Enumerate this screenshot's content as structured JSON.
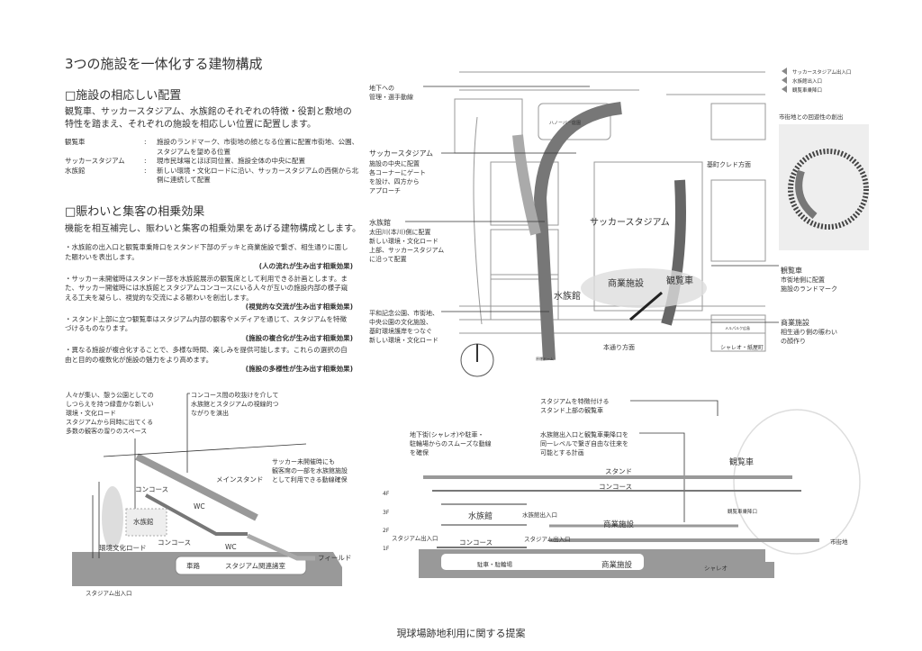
{
  "title": "3つの施設を一体化する建物構成",
  "section1": {
    "heading": "□施設の相応しい配置",
    "intro": "観覧車、サッカースタジアム、水族館のそれぞれの特徴・役割と敷地の特性を踏まえ、それぞれの施設を相応しい位置に配置します。",
    "items": [
      {
        "term": "観覧車",
        "sep": ":",
        "desc": "施設のランドマーク、市街地の顔となる位置に配置市街地、公園、スタジアムを望める位置"
      },
      {
        "term": "サッカースタジアム",
        "sep": ":",
        "desc": "現市民球場とほぼ同位置、施設全体の中央に配置"
      },
      {
        "term": "水族館",
        "sep": ":",
        "desc": "新しい環境・文化ロードに沿い、サッカースタジアムの西側から北側に連続して配置"
      }
    ]
  },
  "section2": {
    "heading": "□賑わいと集客の相乗効果",
    "intro": "機能を相互補完し、賑わいと集客の相乗効果をあげる建物構成とします。",
    "bullets": [
      {
        "text": "・水族館の出入口と観覧車乗降口をスタンド下部のデッキと商業施設で繋ぎ、相生通りに面した賑わいを表出します。",
        "tag": "(人の流れが生み出す相乗効果)"
      },
      {
        "text": "・サッカー未開催時はスタンド一部を水族館展示の観覧席として利用できる計画とします。また、サッカー開催時には水族館とスタジアムコンコースにいる人々が互いの施設内部の様子窺える工夫を凝らし、視覚的な交流による賑わいを創出します。",
        "tag": "(視覚的な交流が生み出す相乗効果)"
      },
      {
        "text": "・スタンド上部に立つ観覧車はスタジアム内部の観客やメディアを通じて、スタジアムを特徴づけるものなります。",
        "tag": "(施設の複合化が生み出す相乗効果)"
      },
      {
        "text": "・異なる施設が複合化することで、多様な時間、楽しみを提供可能します。これらの選択の自由と目的の複数化が施設の魅力をより高めます。",
        "tag": "(施設の多様性が生み出す相乗効果)"
      }
    ]
  },
  "map": {
    "callouts": [
      "地下への",
      "管理・選手動線",
      "サッカースタジアム",
      "施設の中央に配置",
      "各コーナーにゲート",
      "を設け、四方から",
      "アプローチ",
      "水族館",
      "太田川(本川)側に配置",
      "新しい環境・文化ロード",
      "上部、サッカースタジアム",
      "に沿って配置",
      "平和記念公園、市街地、",
      "中央公園の文化施設、",
      "基町環境護岸をつなぐ",
      "新しい環境・文化ロード"
    ],
    "right_callouts": [
      "観覧車",
      "市街地側に配置",
      "施設のランドマーク",
      "商業施設",
      "相生通り側の賑わい",
      "の顔作り"
    ],
    "labels": {
      "stadium": "サッカースタジアム",
      "commercial": "商業施設",
      "ferris": "観覧車",
      "aquarium": "水族館",
      "garden": "ハノーバー庭園",
      "credo": "基町クレド方面",
      "hondori": "本通り方面",
      "shareo": "シャレオ・紙屋町",
      "dome": "原爆ドーム",
      "melparque": "メルパルク広島"
    },
    "legend": [
      "サッカースタジアム出入口",
      "水族館出入口",
      "観覧車乗降口"
    ],
    "inset_title": "市街地との回遊性の創出"
  },
  "section_left": {
    "notes": [
      "人々が集い、憩う公園としての",
      "しつらえを持つ緑豊かな新しい",
      "環境・文化ロード",
      "スタジアムから同時に出てくる",
      "多数の観客の溜りのスペース"
    ],
    "note2": [
      "コンコース間の吹抜けを介して",
      "水族館とスタジアムの視線的つ",
      "ながりを演出"
    ],
    "note3": [
      "サッカー未開催時にも",
      "観客席の一部を水族館施設",
      "として利用できる動線確保"
    ],
    "labels": {
      "main_stand": "メインスタンド",
      "concourse_upper": "コンコース",
      "wc1": "WC",
      "aquarium": "水族館",
      "concourse_lower": "コンコース",
      "wc2": "WC",
      "road": "環境文化ロード",
      "car": "車路",
      "rooms": "スタジアム関連諸室",
      "field": "フィールド",
      "entrance": "スタジアム出入口"
    }
  },
  "section_right": {
    "note1": [
      "スタジアムを特徴付ける",
      "スタンド上部の観覧車"
    ],
    "note2": [
      "地下街(シャレオ)や駐車・",
      "駐輪場からのスムーズな動線",
      "を確保"
    ],
    "note3": [
      "水族館出入口と観覧車乗降口を",
      "同一レベルで繋ぎ自由な往来を",
      "可能とする計画"
    ],
    "floors": [
      "4F",
      "3F",
      "2F",
      "1F"
    ],
    "labels": {
      "stand": "スタンド",
      "concourse": "コンコース",
      "aquarium": "水族館",
      "aq_entrance": "水族館出入口",
      "commercial_2f": "商業施設",
      "stadium_entrance_l": "スタジアム出入口",
      "concourse_1f": "コンコース",
      "stadium_entrance_r": "スタジアム出入口",
      "parking": "駐車・駐輪場",
      "commercial_b": "商業施設",
      "shareo": "シャレオ",
      "ferris": "観覧車",
      "ferris_gate": "観覧車乗降口",
      "city": "市街地"
    }
  },
  "footer": "現球場跡地利用に関する提案"
}
